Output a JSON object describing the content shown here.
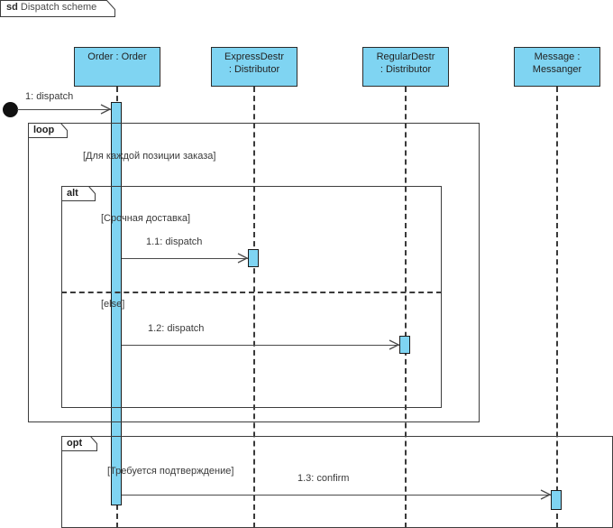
{
  "diagram": {
    "kind_label": "sd",
    "title": "Dispatch scheme",
    "type": "uml-sequence-diagram"
  },
  "lifelines": [
    {
      "id": "order",
      "line1": "Order : Order",
      "line2": ""
    },
    {
      "id": "express",
      "line1": "ExpressDestr",
      "line2": ": Distributor"
    },
    {
      "id": "regular",
      "line1": "RegularDestr",
      "line2": ": Distributor"
    },
    {
      "id": "message",
      "line1": "Message :",
      "line2": "Messanger"
    }
  ],
  "messages": [
    {
      "id": "m0",
      "label": "1: dispatch",
      "from": "actor-start",
      "to": "order"
    },
    {
      "id": "m1",
      "label": "1.1: dispatch",
      "from": "order",
      "to": "express"
    },
    {
      "id": "m2",
      "label": "1.2: dispatch",
      "from": "order",
      "to": "regular"
    },
    {
      "id": "m3",
      "label": "1.3: confirm",
      "from": "order",
      "to": "message"
    }
  ],
  "fragments": [
    {
      "id": "loop",
      "operator": "loop",
      "guards": [
        "[Для каждой позиции заказа]"
      ]
    },
    {
      "id": "alt",
      "operator": "alt",
      "guards": [
        "[Срочная доставка]",
        "[else]"
      ]
    },
    {
      "id": "opt",
      "operator": "opt",
      "guards": [
        "[Требуется подтверждение]"
      ]
    }
  ],
  "colors": {
    "lifeline_fill": "#7FD4F2",
    "lifeline_border": "#2b2b2b",
    "line": "#3a3a3a",
    "text": "#3a3a3a",
    "background": "#ffffff"
  }
}
